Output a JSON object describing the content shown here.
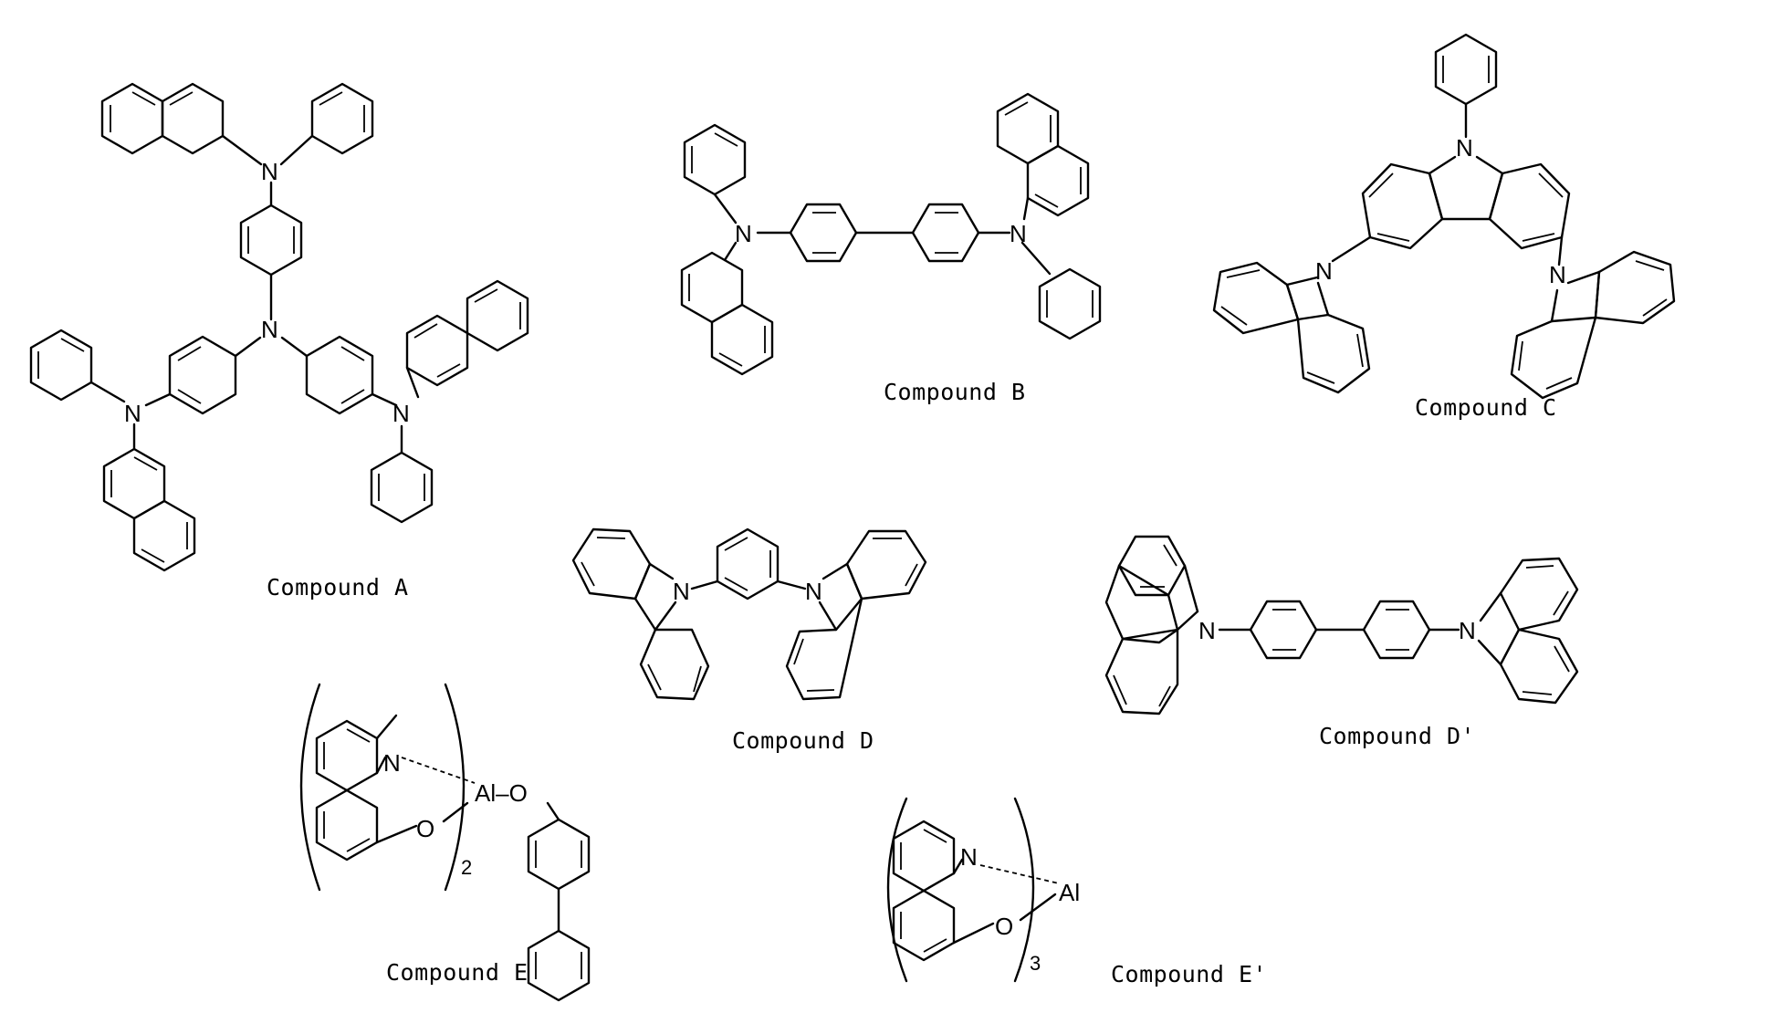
{
  "compounds": [
    {
      "id": "A",
      "caption": "Compound A"
    },
    {
      "id": "B",
      "caption": "Compound B"
    },
    {
      "id": "C",
      "caption": "Compound C"
    },
    {
      "id": "D",
      "caption": "Compound D"
    },
    {
      "id": "D2",
      "caption": "Compound D'"
    },
    {
      "id": "E",
      "caption": "Compound E"
    },
    {
      "id": "E2",
      "caption": "Compound E'"
    }
  ],
  "atoms": {
    "nitrogen": "N",
    "oxygen": "O",
    "aluminum": "Al",
    "aluminum_oxygen": "Al–O"
  },
  "subscripts": {
    "E": "2",
    "E2": "3"
  }
}
